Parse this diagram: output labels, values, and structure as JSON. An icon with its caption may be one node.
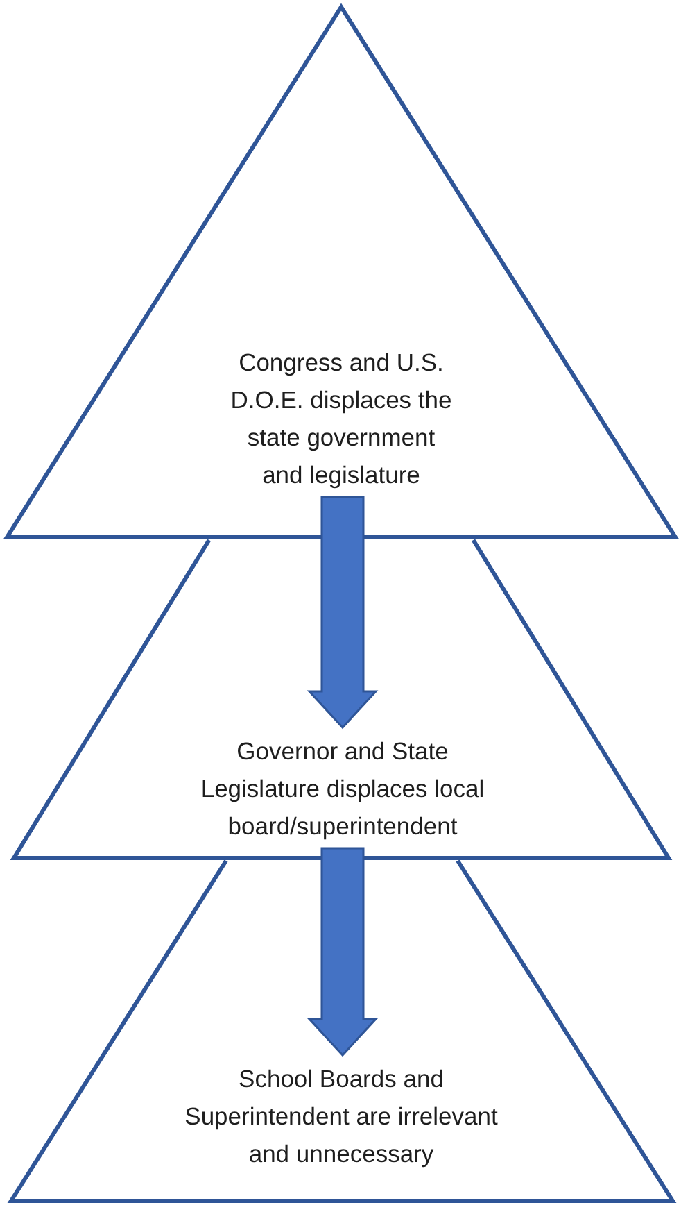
{
  "diagram": {
    "nodes": [
      {
        "text": [
          "Congress and U.S. D.O.E. displaces the state government and legislature"
        ]
      },
      {
        "text": [
          "Governor and State Legislature displaces local board/superintendent"
        ]
      },
      {
        "text": [
          "School Boards and Superintendent are irrelevant and unnecessary"
        ]
      }
    ],
    "edges": [
      {
        "from": 0,
        "to": 1,
        "arrow": "to",
        "style": "thick"
      },
      {
        "from": 1,
        "to": 2,
        "arrow": "to",
        "style": "thick"
      }
    ]
  }
}
